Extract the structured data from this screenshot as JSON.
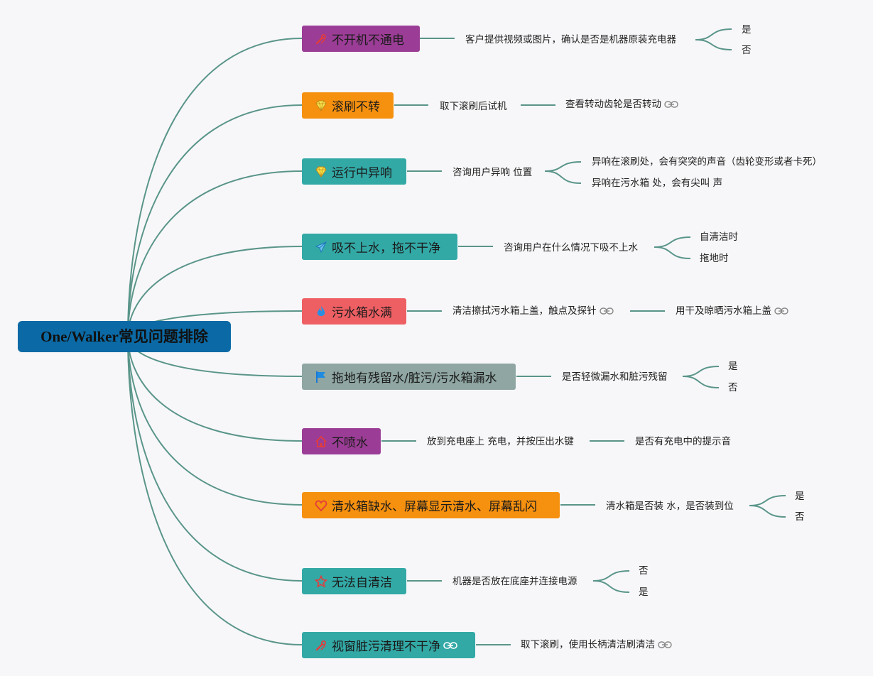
{
  "root": {
    "label": "One/Walker常见问题排除"
  },
  "colors": {
    "edge": "#5a958a",
    "purple": "#9b3d96",
    "orange": "#f6900f",
    "teal": "#33a9a6",
    "red": "#ee5f63",
    "gray": "#8fa6a2"
  },
  "topics": [
    {
      "label": "不开机不通电",
      "icon": "wrench-icon"
    },
    {
      "label": "滚刷不转",
      "icon": "diamond-icon"
    },
    {
      "label": "运行中异响",
      "icon": "diamond-icon"
    },
    {
      "label": "吸不上水，拖不干净",
      "icon": "paper-plane-icon"
    },
    {
      "label": "污水箱水满",
      "icon": "flame-icon"
    },
    {
      "label": "拖地有残留水/脏污/污水箱漏水",
      "icon": "flag-icon"
    },
    {
      "label": "不喷水",
      "icon": "home-icon"
    },
    {
      "label": "清水箱缺水、屏幕显示清水、屏幕乱闪",
      "icon": "heart-icon"
    },
    {
      "label": "无法自清洁",
      "icon": "star-icon"
    },
    {
      "label": "视窗脏污清理不干净",
      "icon": "wrench-icon",
      "link": true
    }
  ],
  "nodes": [
    {
      "label": "客户提供视频或图片，确认是否是机器原装充电器"
    },
    {
      "label": "是"
    },
    {
      "label": "否"
    },
    {
      "label": "取下滚刷后试机"
    },
    {
      "label": "查看转动齿轮是否转动",
      "link": true
    },
    {
      "label": "咨询用户异响 位置"
    },
    {
      "label": "异响在滚刷处，会有突突的声音（齿轮变形或者卡死）"
    },
    {
      "label": "异响在污水箱 处，会有尖叫 声"
    },
    {
      "label": "咨询用户在什么情况下吸不上水"
    },
    {
      "label": "自清洁时"
    },
    {
      "label": "拖地时"
    },
    {
      "label": "清洁擦拭污水箱上盖，触点及探针",
      "link": true
    },
    {
      "label": "用干及晾晒污水箱上盖",
      "link": true
    },
    {
      "label": "是否轻微漏水和脏污残留"
    },
    {
      "label": "是"
    },
    {
      "label": "否"
    },
    {
      "label": "放到充电座上 充电，并按压出水键"
    },
    {
      "label": "是否有充电中的提示音"
    },
    {
      "label": "清水箱是否装 水，是否装到位"
    },
    {
      "label": "是"
    },
    {
      "label": "否"
    },
    {
      "label": "机器是否放在底座并连接电源"
    },
    {
      "label": "否"
    },
    {
      "label": "是"
    },
    {
      "label": "取下滚刷，使用长柄清洁刷清洁",
      "link": true
    }
  ]
}
